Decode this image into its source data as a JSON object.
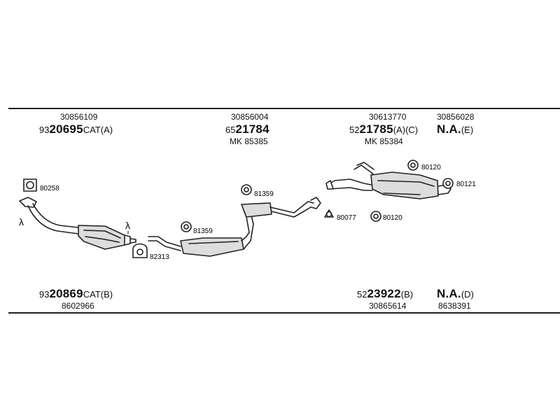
{
  "top_refs": {
    "a": "30856109",
    "b": "30856004",
    "c": "30613770",
    "d": "30856028"
  },
  "top_parts": {
    "a": {
      "prefix": "93",
      "main": "20695",
      "suffix": "CAT(A)"
    },
    "b": {
      "prefix": "65",
      "main": "21784",
      "suffix": ""
    },
    "c": {
      "prefix": "52",
      "main": "21785",
      "suffix": "(A)(C)"
    },
    "d": {
      "prefix": "",
      "main": "N.A.",
      "suffix": "(E)"
    }
  },
  "top_mk": {
    "b": "MK 85385",
    "c": "MK 85384"
  },
  "bottom_parts": {
    "a": {
      "prefix": "93",
      "main": "20869",
      "suffix": "CAT(B)"
    },
    "c": {
      "prefix": "52",
      "main": "23922",
      "suffix": "(B)"
    },
    "d": {
      "prefix": "",
      "main": "N.A.",
      "suffix": "(D)"
    }
  },
  "bottom_refs": {
    "a": "8602966",
    "c": "30865614",
    "d": "8638391"
  },
  "callouts": {
    "c80258": "80258",
    "c82313": "82313",
    "c81359a": "81359",
    "c81359b": "81359",
    "c80077": "80077",
    "c80120a": "80120",
    "c80120b": "80120",
    "c80121": "80121"
  },
  "symbols": {
    "lambda": "λ"
  }
}
